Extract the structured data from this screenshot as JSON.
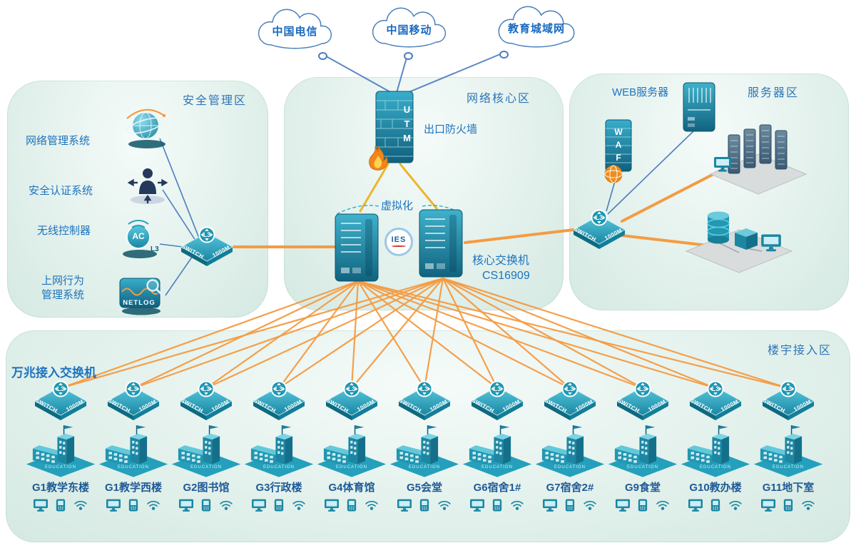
{
  "clouds": [
    {
      "label": "中国电信"
    },
    {
      "label": "中国移动"
    },
    {
      "label": "教育城域网"
    }
  ],
  "zones": {
    "security": "安全管理区",
    "core": "网络核心区",
    "server": "服务器区",
    "access": "楼宇接入区"
  },
  "security": {
    "devices": [
      {
        "label": "网络管理系统"
      },
      {
        "label": "安全认证系统"
      },
      {
        "label": "无线控制器"
      },
      {
        "label": "上网行为管理系统"
      }
    ],
    "ac_text": "AC",
    "ac_l3": "L3",
    "netlog_text": "NETLOG"
  },
  "core": {
    "utm": "UTM",
    "firewall_label": "出口防火墙",
    "virtualization": "虚拟化",
    "badge": "IES",
    "core_switch_line1": "核心交换机",
    "core_switch_line2": "CS16909"
  },
  "server_zone": {
    "web_server": "WEB服务器",
    "waf": "WAF"
  },
  "access": {
    "subtitle": "万兆接入交换机"
  },
  "labels": {
    "l3": "L3",
    "switch": "SWITCH",
    "speed": "1000M",
    "education": "EDUCATION"
  },
  "buildings": [
    {
      "name": "G1教学东楼"
    },
    {
      "name": "G1教学西楼"
    },
    {
      "name": "G2图书馆"
    },
    {
      "name": "G3行政楼"
    },
    {
      "name": "G4体育馆"
    },
    {
      "name": "G5会堂"
    },
    {
      "name": "G6宿舍1#"
    },
    {
      "name": "G7宿舍2#"
    },
    {
      "name": "G9食堂"
    },
    {
      "name": "G10教办楼"
    },
    {
      "name": "G11地下室"
    }
  ],
  "colors": {
    "orange": "#F59B42",
    "yellow": "#EDB52E",
    "blue_line": "#4A7EBB",
    "teal": "#1E93AF",
    "label_blue": "#1E73BE"
  }
}
